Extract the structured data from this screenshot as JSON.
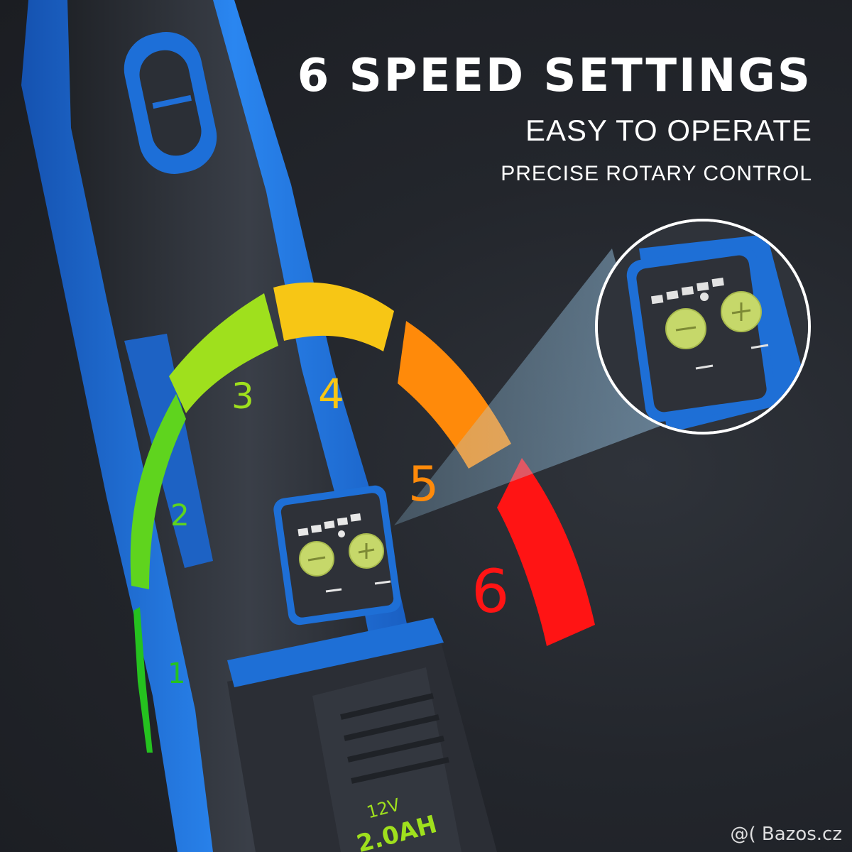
{
  "headline": "6 SPEED SETTINGS",
  "subheadline": "EASY TO OPERATE",
  "tagline": "PRECISE ROTARY CONTROL",
  "speed_scale": [
    {
      "label": "1",
      "color": "#25c21f"
    },
    {
      "label": "2",
      "color": "#5fd41e"
    },
    {
      "label": "3",
      "color": "#9fe01d"
    },
    {
      "label": "4",
      "color": "#f7c615"
    },
    {
      "label": "5",
      "color": "#ff8a0a"
    },
    {
      "label": "6",
      "color": "#ff1414"
    }
  ],
  "control_panel": {
    "minus_symbol": "−",
    "plus_symbol": "+",
    "button_color": "#c6d86a",
    "indicator_count": 5
  },
  "battery_label": "12V",
  "battery_capacity": "2.0AH",
  "watermark": "@( Bazos.cz",
  "colors": {
    "body_blue": "#1e6fd6",
    "housing_dark": "#2c3038",
    "background": "#22252b"
  }
}
